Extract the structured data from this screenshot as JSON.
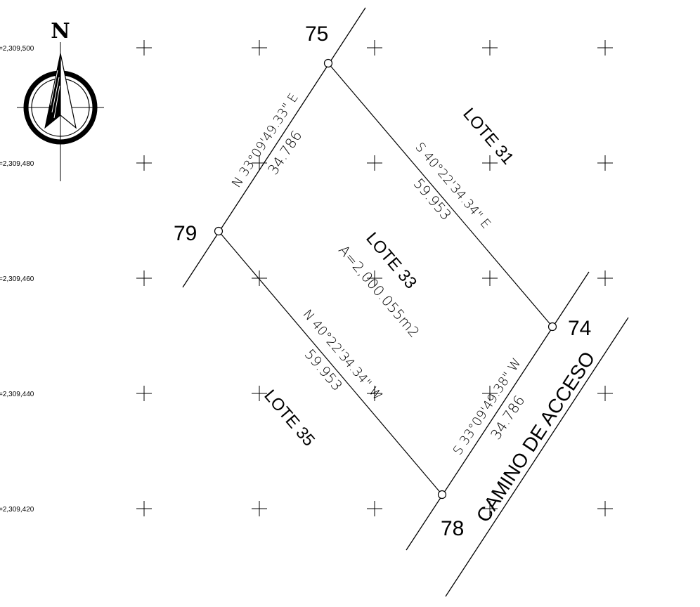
{
  "north_arrow": {
    "letter": "N",
    "icon": "north-arrow-icon"
  },
  "northing_labels": [
    "=2,309,500",
    "=2,309,480",
    "=2,309,460",
    "=2,309,440",
    "=2,309,420"
  ],
  "vertices": {
    "v75": "75",
    "v79": "79",
    "v74": "74",
    "v78": "78"
  },
  "lots": {
    "lote31": "LOTE 31",
    "lote33": "LOTE 33",
    "lote35": "LOTE 35",
    "area": "A=2,000.055m2"
  },
  "sides": {
    "s79_75_bearing": "N 33°09'49.33\" E",
    "s79_75_length": "34.786",
    "s75_74_bearing": "S 40°22'34.34\" E",
    "s75_74_length": "59.953",
    "s79_78_bearing": "N 40°22'34.34\" W",
    "s79_78_length": "59.953",
    "s74_78_bearing": "S 33°09'49.38\" W",
    "s74_78_length": "34.786"
  },
  "road": {
    "label": "CAMINO DE ACCESO"
  },
  "colors": {
    "ink": "#000000",
    "paper": "#ffffff"
  }
}
